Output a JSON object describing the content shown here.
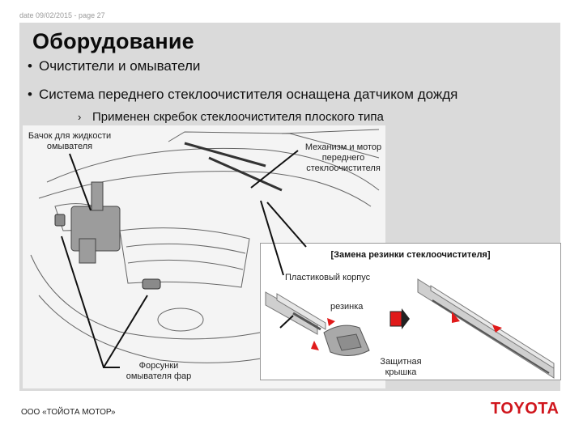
{
  "header": {
    "date_line": "date 09/02/2015 - page 27"
  },
  "slide": {
    "title": "Оборудование",
    "bullets": [
      "Очистители и омыватели",
      "Система переднего стеклоочистителя оснащена датчиком дождя"
    ],
    "sub_bullet": "Применен скребок стеклоочистителя плоского типа",
    "bullet_marker": "•",
    "sub_marker": "›"
  },
  "callouts": {
    "tank": "Бачок для жидкости омывателя",
    "mechanism": "Механизм и мотор переднего стеклоочистителя",
    "nozzles": "Форсунки омывателя фар"
  },
  "inset": {
    "title": "[Замена резинки стеклоочистителя]",
    "housing": "Пластиковый корпус",
    "rubber": "резинка",
    "cap": "Защитная крышка"
  },
  "footer": {
    "company": "ООО «ТОЙОТА МОТОР»",
    "logo": "TOYOTA"
  },
  "colors": {
    "panel": "#dadada",
    "logo_red": "#d0161d",
    "arrow_red": "#e01a1a"
  }
}
